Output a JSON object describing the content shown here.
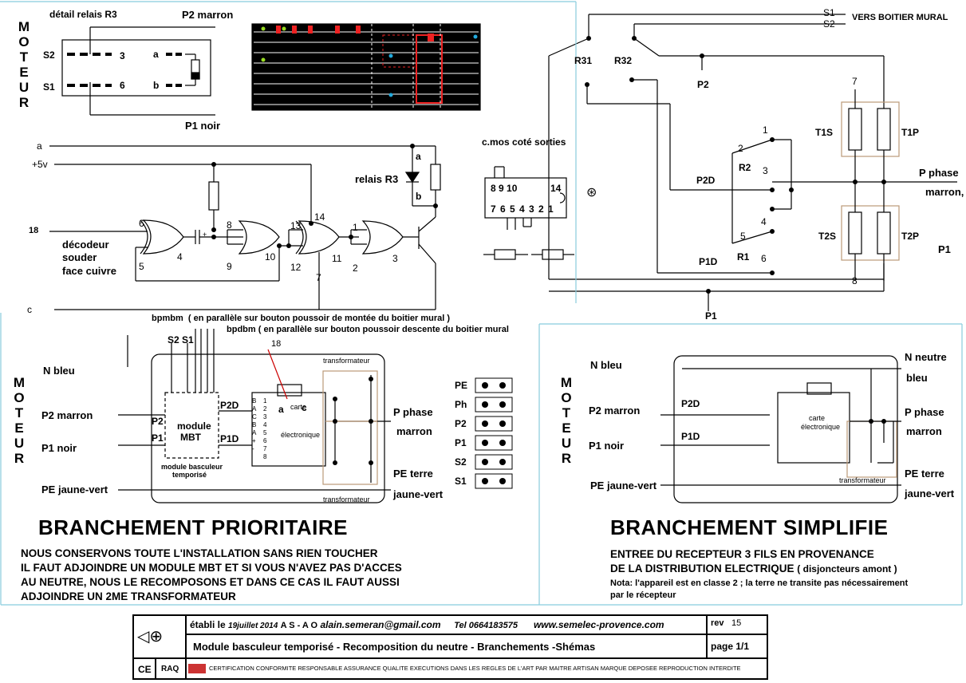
{
  "left_top": {
    "relay_detail_title": "détail relais R3",
    "p2_label": "P2 marron",
    "p1_label": "P1 noir",
    "s2": "S2",
    "s1": "S1",
    "pin3": "3",
    "pin6": "6",
    "pina": "a",
    "pinb": "b",
    "moteur_letters": [
      "M",
      "O",
      "T",
      "E",
      "U",
      "R"
    ]
  },
  "logic": {
    "a": "a",
    "v5": "+5v",
    "c": "c",
    "in18": "18",
    "decoder": [
      "décodeur",
      "souder",
      "face cuivre"
    ],
    "relay_label": "relais R3",
    "relay_a": "a",
    "relay_b": "b",
    "pins": [
      "6",
      "5",
      "4",
      "8",
      "9",
      "10",
      "13",
      "12",
      "14",
      "11",
      "7",
      "1",
      "2",
      "3"
    ],
    "plus": "+"
  },
  "cmos": {
    "title": "c.mos coté sorties",
    "top_pins": "8 9 10",
    "pin14": "14",
    "bottom_pins": "7 6 5 4 3 2 1"
  },
  "right_top": {
    "s1": "S1",
    "s2": "S2",
    "vers": "VERS BOITIER MURAL",
    "r31": "R31",
    "r32": "R32",
    "p2": "P2",
    "p1": "P1",
    "n7": "7",
    "n8": "8",
    "t1s": "T1S",
    "t1p": "T1P",
    "t2s": "T2S",
    "t2p": "T2P",
    "r2": "R2",
    "r1": "R1",
    "p2d": "P2D",
    "p1d": "P1D",
    "n1": "1",
    "n2": "2",
    "n3": "3",
    "n4": "4",
    "n5": "5",
    "n6": "6",
    "p_phase": "P phase",
    "marron": "marron,",
    "p1_right": "P1"
  },
  "prioritaire": {
    "bpmbm": "bpmbm",
    "bpmbm_note": "( en parallèle sur bouton poussoir de montée du boitier mural )",
    "bpdbm": "bpdbm",
    "bpdbm_note": "( en parallèle sur bouton poussoir descente du boitier mural",
    "s2s1": "S2 S1",
    "n18": "18",
    "n_bleu": "N  bleu",
    "p2": "P2 marron",
    "p1": "P1 noir",
    "pe": "PE jaune-vert",
    "P2": "P2",
    "P1": "P1",
    "module": "module",
    "mbt": "MBT",
    "module_sub": "module basculeur",
    "module_sub2": "temporisé",
    "p2d": "P2D",
    "p1d": "P1D",
    "carte": "carte",
    "electronique": "électronique",
    "a": "a",
    "c": "c",
    "term_letters": [
      "B",
      "A",
      "C",
      "B",
      "A",
      "+",
      "-"
    ],
    "term_nums": [
      "1",
      "2",
      "3",
      "4",
      "5",
      "6",
      "7",
      "8"
    ],
    "transfo_top": "transformateur",
    "transfo_bottom": "transformateur",
    "p_phase": "P phase",
    "marron": "marron",
    "pe_terre": "PE terre",
    "jaune_vert": "jaune-vert",
    "title": "BRANCHEMENT PRIORITAIRE",
    "text": [
      "NOUS CONSERVONS TOUTE L'INSTALLATION SANS RIEN TOUCHER",
      "IL FAUT ADJOINDRE UN MODULE MBT ET SI VOUS N'AVEZ PAS D'ACCES",
      "AU NEUTRE, NOUS LE RECOMPOSONS ET DANS CE CAS IL FAUT AUSSI",
      "ADJOINDRE UN 2ME TRANSFORMATEUR"
    ]
  },
  "connector": {
    "labels": [
      "PE",
      "Ph",
      "P2",
      "P1",
      "S2",
      "S1"
    ]
  },
  "simplifie": {
    "n_bleu": "N   bleu",
    "n_neutre": "N neutre",
    "bleu": "bleu",
    "p2d": "P2D",
    "p1d": "P1D",
    "p2": "P2 marron",
    "p1": "P1 noir",
    "pe": "PE jaune-vert",
    "carte": "carte",
    "electronique": "électronique",
    "p_phase": "P phase",
    "marron": "marron",
    "pe_terre": "PE terre",
    "jaune_vert": "jaune-vert",
    "transfo": "transformateur",
    "title": "BRANCHEMENT SIMPLIFIE",
    "text": [
      "ENTREE DU RECEPTEUR 3 FILS EN PROVENANCE",
      "DE LA DISTRIBUTION ELECTRIQUE"
    ],
    "text_suffix": "( disjoncteurs amont )",
    "nota1": "Nota: l'appareil est en classe 2 ; la terre ne transite pas nécessairement",
    "nota2": "par le récepteur"
  },
  "footer": {
    "etabli_prefix": "établi le",
    "date": "19juillet 2014",
    "author": "A S - A O",
    "email": "alain.semeran@gmail.com",
    "tel": "Tel 0664183575",
    "site": "www.semelec-provence.com",
    "rev_label": "rev",
    "rev": "15",
    "title": "Module basculeur temporisé  -  Recomposition du neutre - Branchements -Shémas",
    "page": "page  1/1",
    "ce": "CE",
    "raq": "RAQ",
    "cert": "CERTIFICATION CONFORMITE RESPONSABLE ASSURANCE QUALITE  EXECUTIONS DANS LES REGLES DE L'ART PAR MAITRE ARTISAN  MARQUE DEPOSEE  REPRODUCTION INTERDITE"
  }
}
